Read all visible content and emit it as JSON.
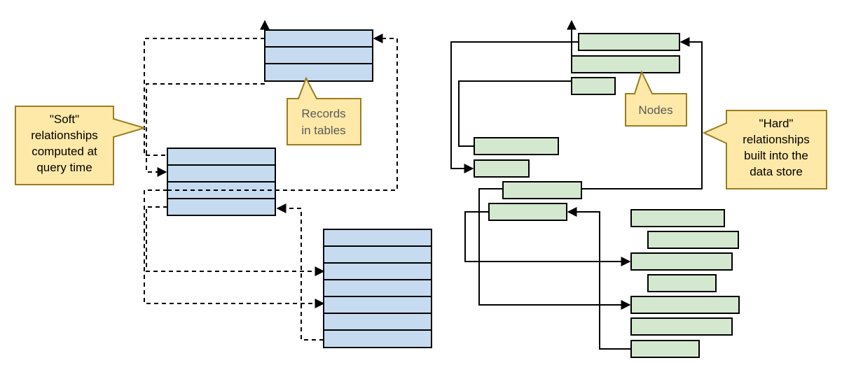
{
  "callouts": {
    "soft": {
      "lines": [
        "\"Soft\"",
        "relationships",
        "computed at",
        "query time"
      ]
    },
    "records": {
      "lines": [
        "Records",
        "in tables"
      ]
    },
    "nodes": {
      "lines": [
        "Nodes"
      ]
    },
    "hard": {
      "lines": [
        "\"Hard\"",
        "relationships",
        "built into the",
        "data store"
      ]
    }
  },
  "colors": {
    "record_fill": "#c6dbef",
    "node_fill": "#d4e8cf",
    "callout_fill": "#ffe9a8",
    "callout_border": "#9a7d1e"
  }
}
